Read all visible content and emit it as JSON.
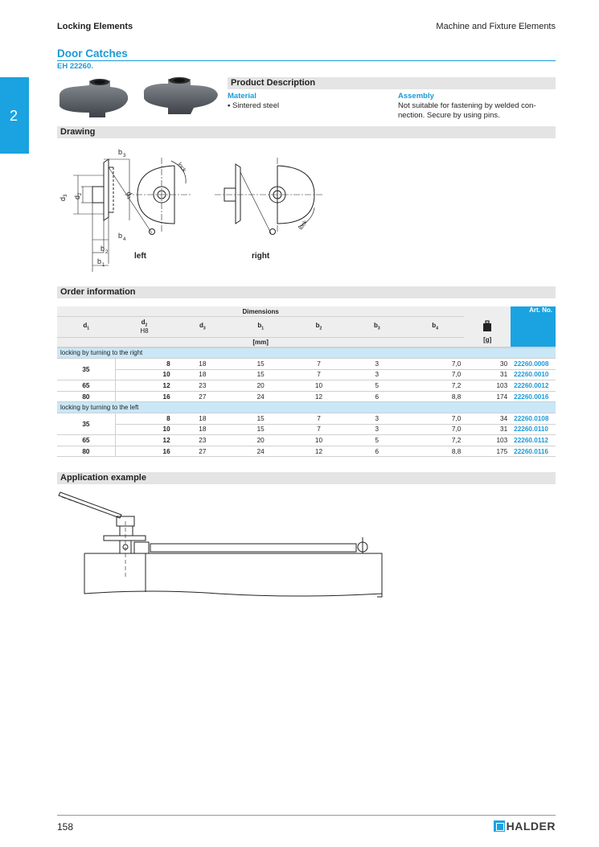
{
  "header": {
    "category": "Locking Elements",
    "section": "Machine and Fixture Elements"
  },
  "side_tab": "2",
  "product": {
    "title": "Door Catches",
    "code": "EH 22260."
  },
  "description": {
    "heading": "Product Description",
    "material_label": "Material",
    "material_text": "▪ Sintered steel",
    "assembly_label": "Assembly",
    "assembly_line1": "Not suitable for fastening by welded con-",
    "assembly_line2": "nection. Secure by using pins."
  },
  "drawing": {
    "heading": "Drawing",
    "left_caption": "left",
    "right_caption": "right",
    "lock": "lock",
    "dims": {
      "b3": "b",
      "b3s": "3",
      "b4": "b",
      "b4s": "4",
      "b2": "b",
      "b2s": "2",
      "b1": "b",
      "b1s": "1",
      "d3": "d",
      "d3s": "3",
      "d2": "d",
      "d2s": "2",
      "d1": "d",
      "d1s": "1"
    }
  },
  "order": {
    "heading": "Order information",
    "dimensions_label": "Dimensions",
    "art_no_label": "Art. No.",
    "cols": [
      {
        "l": "d",
        "s": "1"
      },
      {
        "l": "d",
        "s": "2"
      },
      {
        "l": "d",
        "s": "3"
      },
      {
        "l": "b",
        "s": "1"
      },
      {
        "l": "b",
        "s": "2"
      },
      {
        "l": "b",
        "s": "3"
      },
      {
        "l": "b",
        "s": "4"
      }
    ],
    "d2_fit": "H8",
    "unit_mm": "[mm]",
    "unit_g": "[g]",
    "groups": [
      {
        "label": "locking by turning to the right",
        "rows": [
          {
            "d1": "35",
            "d2": "8",
            "d3": "18",
            "b1": "15",
            "b2": "7",
            "b3": "3",
            "b4": "7,0",
            "g": "30",
            "art": "22260.0008"
          },
          {
            "d1": "",
            "d2": "10",
            "d3": "18",
            "b1": "15",
            "b2": "7",
            "b3": "3",
            "b4": "7,0",
            "g": "31",
            "art": "22260.0010"
          },
          {
            "d1": "65",
            "d2": "12",
            "d3": "23",
            "b1": "20",
            "b2": "10",
            "b3": "5",
            "b4": "7,2",
            "g": "103",
            "art": "22260.0012"
          },
          {
            "d1": "80",
            "d2": "16",
            "d3": "27",
            "b1": "24",
            "b2": "12",
            "b3": "6",
            "b4": "8,8",
            "g": "174",
            "art": "22260.0016"
          }
        ]
      },
      {
        "label": "locking by turning to the left",
        "rows": [
          {
            "d1": "35",
            "d2": "8",
            "d3": "18",
            "b1": "15",
            "b2": "7",
            "b3": "3",
            "b4": "7,0",
            "g": "34",
            "art": "22260.0108"
          },
          {
            "d1": "",
            "d2": "10",
            "d3": "18",
            "b1": "15",
            "b2": "7",
            "b3": "3",
            "b4": "7,0",
            "g": "31",
            "art": "22260.0110"
          },
          {
            "d1": "65",
            "d2": "12",
            "d3": "23",
            "b1": "20",
            "b2": "10",
            "b3": "5",
            "b4": "7,2",
            "g": "103",
            "art": "22260.0112"
          },
          {
            "d1": "80",
            "d2": "16",
            "d3": "27",
            "b1": "24",
            "b2": "12",
            "b3": "6",
            "b4": "8,8",
            "g": "175",
            "art": "22260.0116"
          }
        ]
      }
    ]
  },
  "application": {
    "heading": "Application example"
  },
  "footer": {
    "page": "158",
    "brand": "HALDER"
  },
  "colors": {
    "accent": "#1a9ad8",
    "tab": "#1aa3e0",
    "group_row": "#c9e7f7",
    "section_bar": "#e4e4e4"
  }
}
